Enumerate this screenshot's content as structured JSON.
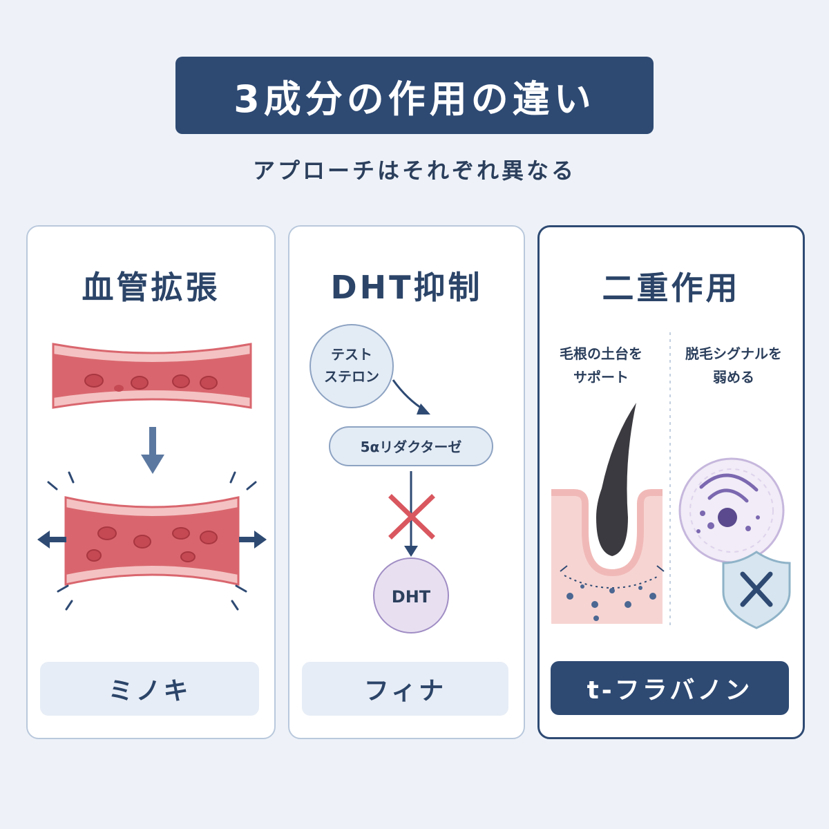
{
  "title": "3成分の作用の違い",
  "subtitle": "アプローチはそれぞれ異なる",
  "panels": [
    {
      "heading": "血管拡張",
      "label": "ミノキ"
    },
    {
      "heading": "DHT抑制",
      "label": "フィナ",
      "nodes": {
        "testosterone_line1": "テスト",
        "testosterone_line2": "ステロン",
        "enzyme": "5αリダクターゼ",
        "dht": "DHT"
      }
    },
    {
      "heading": "二重作用",
      "label": "t-フラバノン",
      "left_caption_line1": "毛根の土台を",
      "left_caption_line2": "サポート",
      "right_caption_line1": "脱毛シグナルを",
      "right_caption_line2": "弱める"
    }
  ],
  "colors": {
    "navy": "#2e4a73",
    "vessel_red": "#d9666e",
    "vessel_pink": "#f4c2c3",
    "block_red": "#d9575f",
    "dht_purple": "#e8e0f1",
    "testosterone_blue": "#e3ebf5"
  }
}
